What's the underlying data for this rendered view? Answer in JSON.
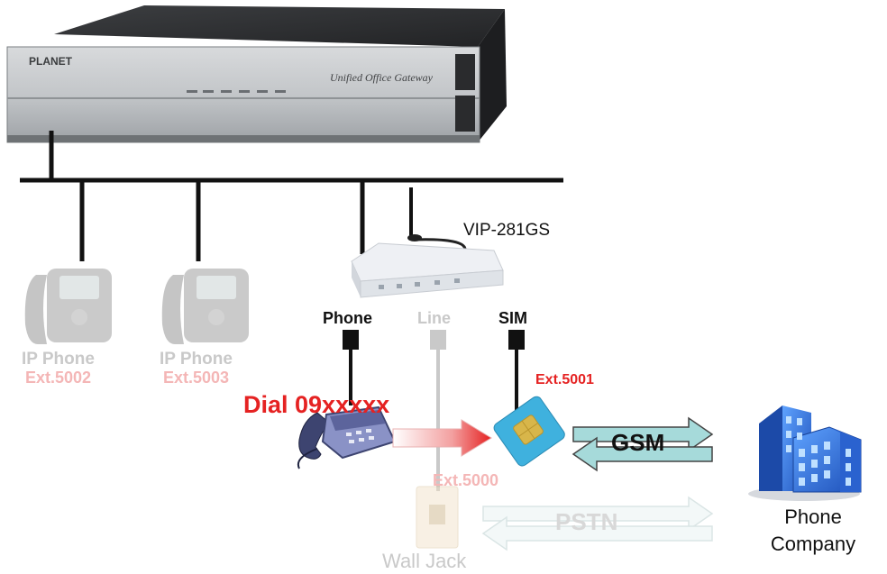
{
  "gateway": {
    "brand": "PLANET",
    "model_text": "Unified Office Gateway"
  },
  "vip_label": "VIP-281GS",
  "ports": {
    "phone": "Phone",
    "line": "Line",
    "sim": "SIM"
  },
  "ip_phones": [
    {
      "label": "IP Phone",
      "ext": "Ext.5002"
    },
    {
      "label": "IP Phone",
      "ext": "Ext.5003"
    }
  ],
  "dial_text": "Dial 09xxxxx",
  "sim_ext": "Ext.5001",
  "line_ext": "Ext.5000",
  "gsm_label": "GSM",
  "pstn_label": "PSTN",
  "wall_jack_label": "Wall Jack",
  "company": {
    "line1": "Phone",
    "line2": "Company"
  },
  "colors": {
    "bus_line": "#111111",
    "highlight_red": "#e52222",
    "faded_gray": "#c9c9c9",
    "gsm_arrow": "#9fd3d3",
    "sim_card": "#3fb1de",
    "building": "#2f6fd8"
  }
}
